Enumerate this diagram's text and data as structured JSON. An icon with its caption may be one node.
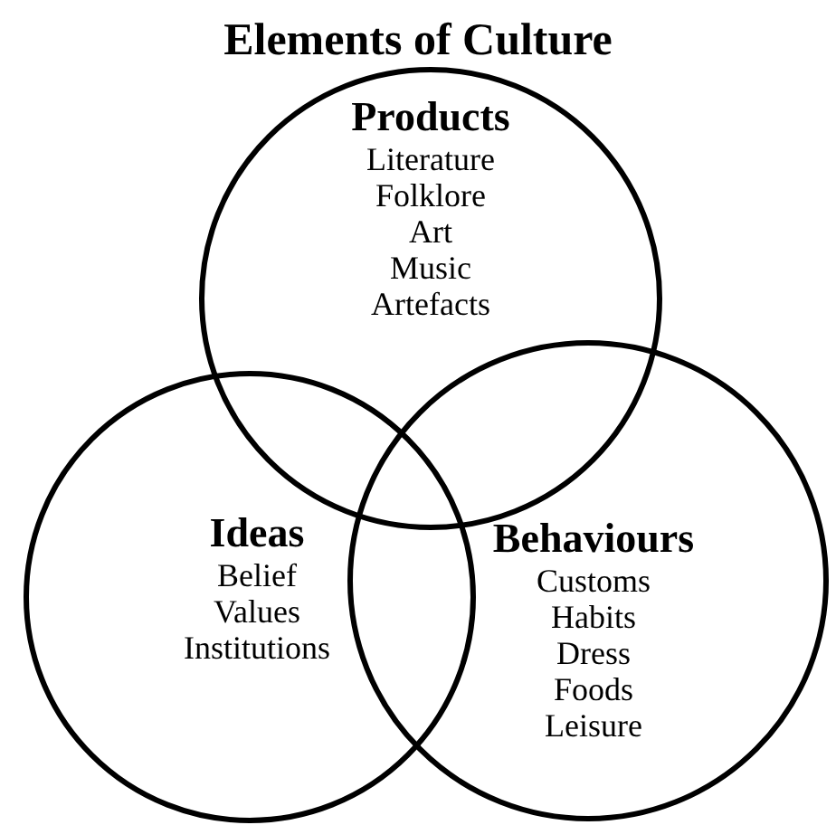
{
  "diagram": {
    "title": "Elements of Culture",
    "nodes": [
      {
        "text": [
          "Products",
          "Literature",
          "Folklore",
          "Art",
          "Music",
          "Artefacts"
        ]
      },
      {
        "text": [
          "Ideas",
          "Belief",
          "Values",
          "Institutions"
        ]
      },
      {
        "text": [
          "Behaviours",
          "Customs",
          "Habits",
          "Dress",
          "Foods",
          "Leisure"
        ]
      }
    ],
    "edges": []
  }
}
